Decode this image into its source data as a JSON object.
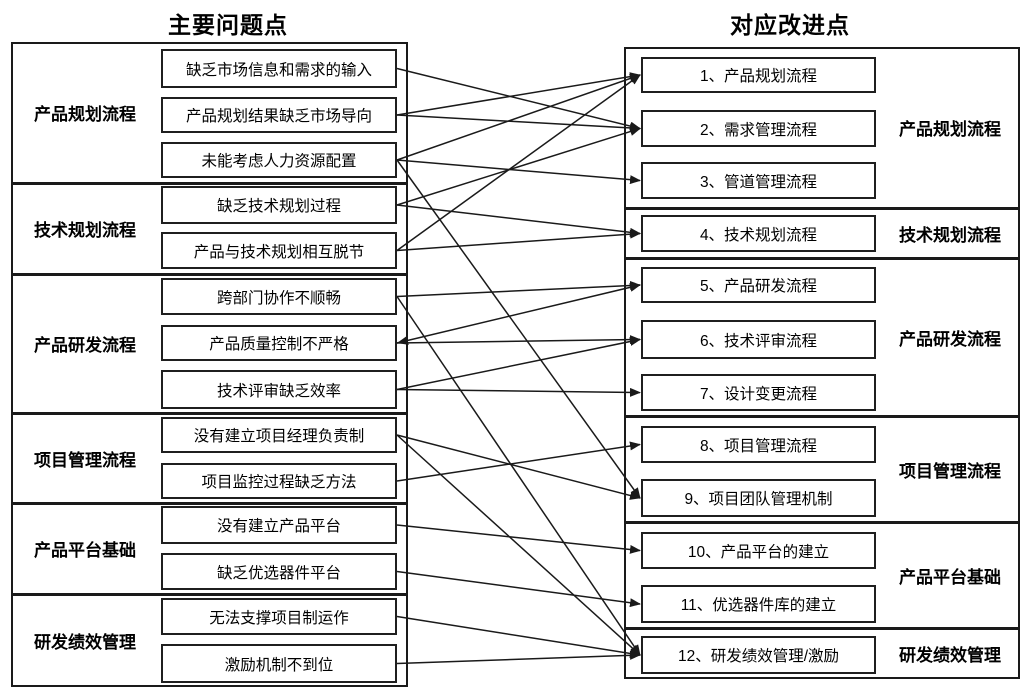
{
  "titles": {
    "left": "主要问题点",
    "right": "对应改进点"
  },
  "left_panel": {
    "sections": [
      {
        "label": "产品规划流程",
        "items": [
          "缺乏市场信息和需求的输入",
          "产品规划结果缺乏市场导向",
          "未能考虑人力资源配置"
        ]
      },
      {
        "label": "技术规划流程",
        "items": [
          "缺乏技术规划过程",
          "产品与技术规划相互脱节"
        ]
      },
      {
        "label": "产品研发流程",
        "items": [
          "跨部门协作不顺畅",
          "产品质量控制不严格",
          "技术评审缺乏效率"
        ]
      },
      {
        "label": "项目管理流程",
        "items": [
          "没有建立项目经理负责制",
          "项目监控过程缺乏方法"
        ]
      },
      {
        "label": "产品平台基础",
        "items": [
          "没有建立产品平台",
          "缺乏优选器件平台"
        ]
      },
      {
        "label": "研发绩效管理",
        "items": [
          "无法支撑项目制运作",
          "激励机制不到位"
        ]
      }
    ]
  },
  "right_panel": {
    "sections": [
      {
        "label": "产品规划流程",
        "items": [
          "1、产品规划流程",
          "2、需求管理流程",
          "3、管道管理流程"
        ]
      },
      {
        "label": "技术规划流程",
        "items": [
          "4、技术规划流程"
        ]
      },
      {
        "label": "产品研发流程",
        "items": [
          "5、产品研发流程",
          "6、技术评审流程",
          "7、设计变更流程"
        ]
      },
      {
        "label": "项目管理流程",
        "items": [
          "8、项目管理流程",
          "9、项目团队管理机制"
        ]
      },
      {
        "label": "产品平台基础",
        "items": [
          "10、产品平台的建立",
          "11、优选器件库的建立"
        ]
      },
      {
        "label": "研发绩效管理",
        "items": [
          "12、研发绩效管理/激励"
        ]
      }
    ]
  },
  "arrows": [
    {
      "from": 0,
      "to": 1
    },
    {
      "from": 1,
      "to": 0
    },
    {
      "from": 1,
      "to": 1
    },
    {
      "from": 2,
      "to": 0
    },
    {
      "from": 2,
      "to": 2
    },
    {
      "from": 2,
      "to": 8
    },
    {
      "from": 3,
      "to": 1
    },
    {
      "from": 3,
      "to": 3
    },
    {
      "from": 4,
      "to": 0
    },
    {
      "from": 4,
      "to": 3
    },
    {
      "from": 5,
      "to": 4
    },
    {
      "from": 5,
      "to": 11
    },
    {
      "from": 6,
      "to": 4,
      "back_arrow": true
    },
    {
      "from": 6,
      "to": 5
    },
    {
      "from": 7,
      "to": 5
    },
    {
      "from": 7,
      "to": 6
    },
    {
      "from": 8,
      "to": 8
    },
    {
      "from": 8,
      "to": 11
    },
    {
      "from": 9,
      "to": 7
    },
    {
      "from": 10,
      "to": 9
    },
    {
      "from": 11,
      "to": 10
    },
    {
      "from": 12,
      "to": 11
    },
    {
      "from": 13,
      "to": 11
    }
  ],
  "colors": {
    "line": "#1a1a1a",
    "border": "#1f1f1f",
    "text": "#000000",
    "background": "#ffffff"
  }
}
